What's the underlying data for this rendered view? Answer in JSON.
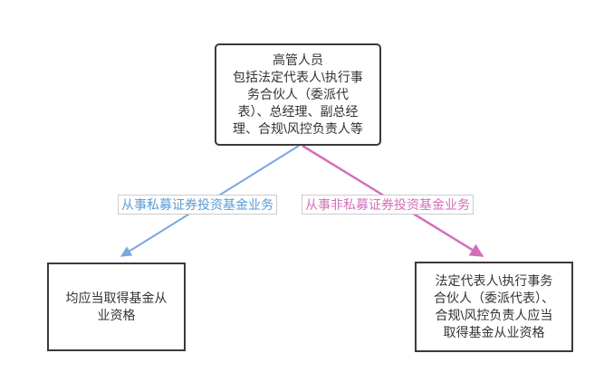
{
  "diagram": {
    "title": "fund-practice-qualification-flowchart",
    "top_box": {
      "text": "高管人员\n包括法定代表人\\执行事\n务合伙人（委派代\n表）、总经理、副总经\n理、合规\\风控负责人等"
    },
    "left_branch_label": {
      "text": "从事私募证券投资基金业务"
    },
    "right_branch_label": {
      "text": "从事非私募证券投资基金业务"
    },
    "left_box": {
      "text": "均应当取得基金从\n业资格"
    },
    "right_box": {
      "text": "法定代表人\\执行事务\n合伙人（委派代表）、\n合规\\风控负责人应当\n取得基金从业资格"
    },
    "colors": {
      "blue_arrow": "#79a7e0",
      "pink_arrow": "#d36fba",
      "box_border": "#3a3a3a",
      "text": "#333333",
      "label_border": "#cccccc",
      "background": "#ffffff"
    }
  }
}
